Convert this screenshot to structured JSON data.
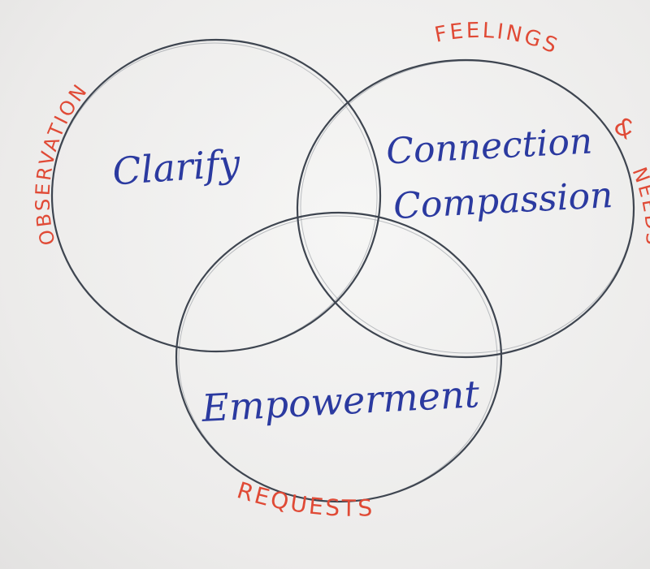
{
  "diagram": {
    "type": "venn",
    "circles": [
      {
        "id": "top-left",
        "label": "Clarify"
      },
      {
        "id": "top-right",
        "label_lines": [
          "Connection",
          "Compassion"
        ]
      },
      {
        "id": "bottom",
        "label": "Empowerment"
      }
    ],
    "outer_labels": {
      "observation": "OBSERVATION",
      "feelings": "FEELINGS",
      "ampersand": "&",
      "needs": "NEEDS",
      "requests": "REQUESTS"
    },
    "colors": {
      "circle_stroke": "#3e4550",
      "inner_text": "#2b3aa0",
      "outer_text": "#e04a36",
      "paper": "#efeeee"
    }
  }
}
